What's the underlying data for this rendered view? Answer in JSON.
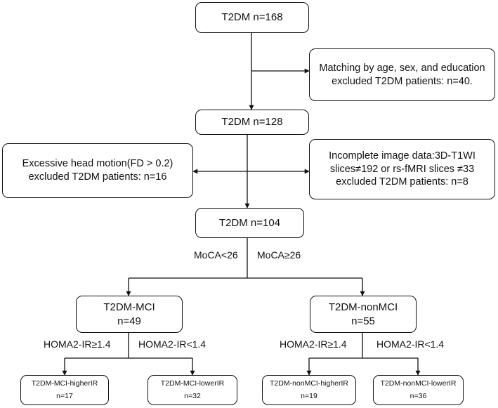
{
  "nodes": {
    "n168": [
      "T2DM n=168"
    ],
    "match_excl": [
      "Matching by age, sex, and  education",
      "excluded T2DM patients: n=40."
    ],
    "n128": [
      "T2DM n=128"
    ],
    "motion_excl": [
      "Excessive head motion(FD > 0.2)",
      "excluded T2DM patients: n=16"
    ],
    "image_excl": [
      "Incomplete image data:3D-T1WI",
      "slices≠192 or rs-fMRI slices ≠33",
      "excluded T2DM patients: n=8"
    ],
    "n104": [
      "T2DM  n=104"
    ],
    "mci": [
      "T2DM-MCI",
      "n=49"
    ],
    "nonmci": [
      "T2DM-nonMCI",
      "n=55"
    ],
    "mci_high": [
      "T2DM-MCI-higherIR",
      "n=17"
    ],
    "mci_low": [
      "T2DM-MCI-lowerIR",
      "n=32"
    ],
    "nonmci_high": [
      "T2DM-nonMCI-higherIR",
      "n=19"
    ],
    "nonmci_low": [
      "T2DM-nonMCI-lowerIR",
      "n=36"
    ]
  },
  "edge_labels": {
    "moca_low": "MoCA<26",
    "moca_high": "MoCA≥26",
    "mci_homa_high": "HOMA2-IR≥1.4",
    "mci_homa_low": "HOMA2-IR<1.4",
    "nonmci_homa_high": "HOMA2-IR≥1.4",
    "nonmci_homa_low": "HOMA2-IR<1.4"
  }
}
